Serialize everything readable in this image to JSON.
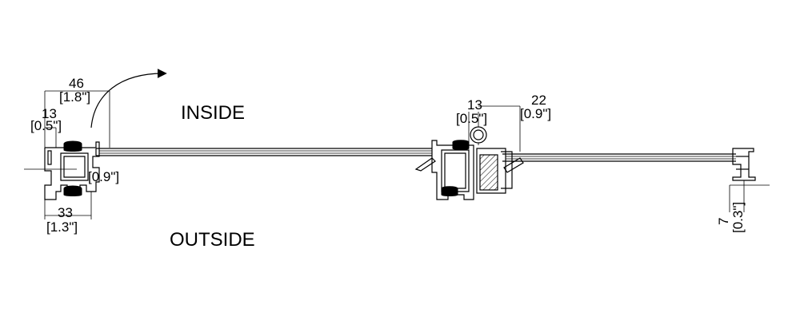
{
  "labels": {
    "inside": "INSIDE",
    "outside": "OUTSIDE"
  },
  "dimensions": {
    "d46_mm": "46",
    "d46_in": "[1.8\"]",
    "d13_left_mm": "13",
    "d13_left_in": "[0.5\"]",
    "d09_left_in": "[0.9\"]",
    "d33_mm": "33",
    "d33_in": "[1.3\"]",
    "d13_mid_mm": "13",
    "d13_mid_in": "[0.5\"]",
    "d22_mm": "22",
    "d22_in": "[0.9\"]",
    "d7_mm": "7",
    "d7_in": "[0.3\"]"
  }
}
